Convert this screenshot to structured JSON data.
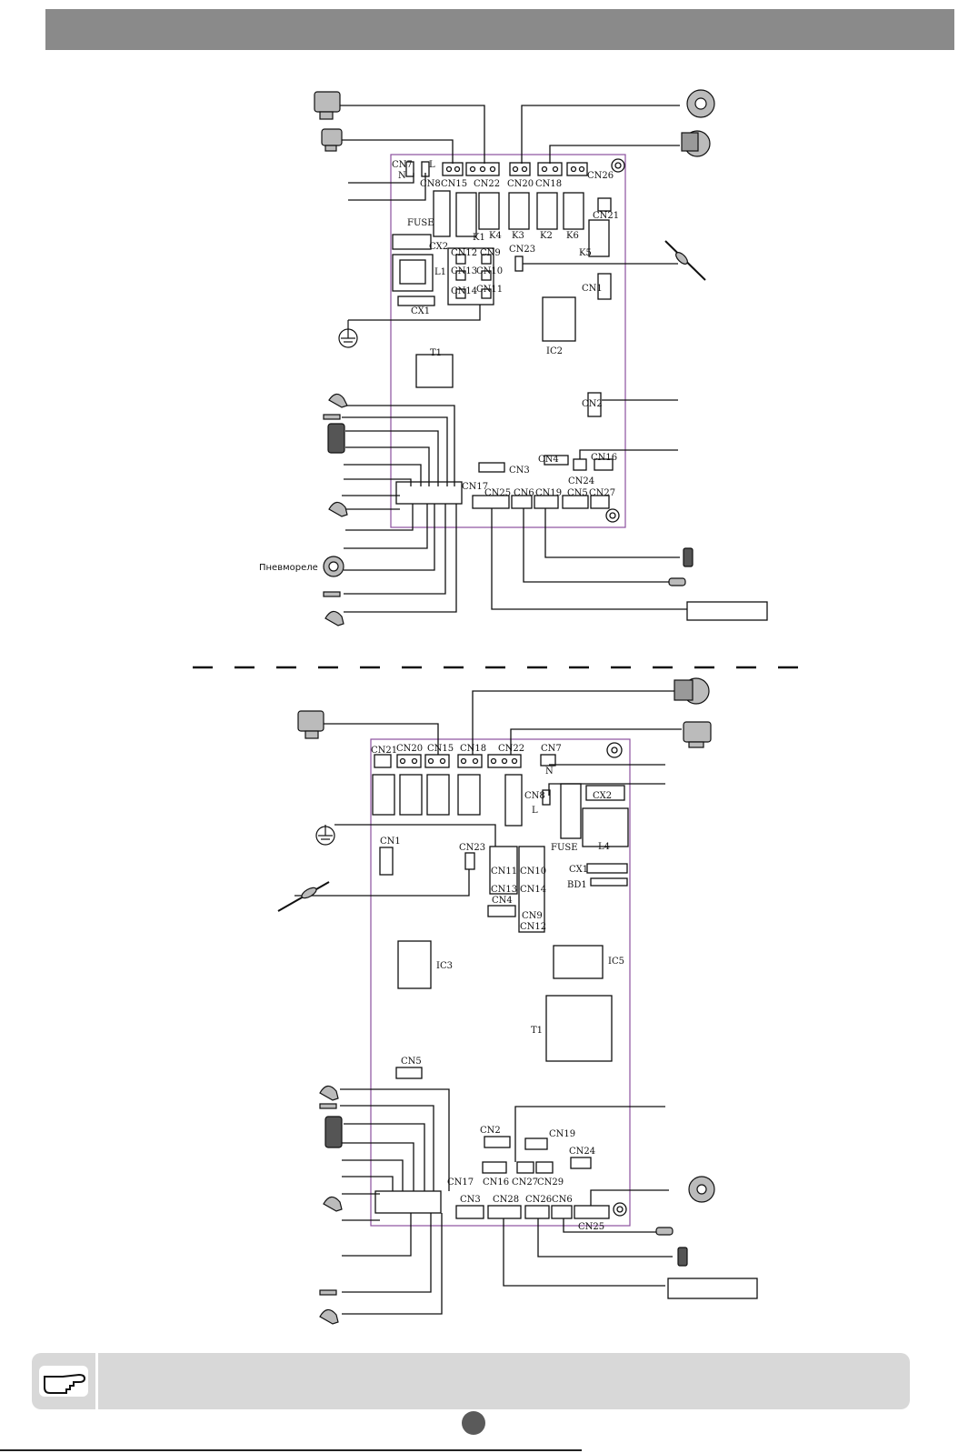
{
  "diagram": {
    "board1": {
      "connectors": [
        "CN7",
        "N",
        "L",
        "CN8",
        "CN15",
        "CN22",
        "CN20",
        "CN18",
        "CN26",
        "FUSE",
        "CX2",
        "K1",
        "K4",
        "K3",
        "K2",
        "K6",
        "CN21",
        "K5",
        "CN12",
        "CN9",
        "CN13",
        "CN10",
        "CN14",
        "CN11",
        "CN23",
        "L1",
        "CN1",
        "CX1",
        "IC2",
        "T1",
        "CN2",
        "CN3",
        "CN4",
        "CN24",
        "CN16",
        "CN17",
        "CN25",
        "CN6",
        "CN19",
        "CN5",
        "CN27"
      ],
      "pressure_switch_label": "Пневмореле"
    },
    "board2": {
      "connectors": [
        "CN21",
        "CN20",
        "CN15",
        "CN18",
        "CN22",
        "CN7",
        "N",
        "CN8",
        "L",
        "CX2",
        "FUSE",
        "L4",
        "CN1",
        "CN23",
        "CN11",
        "CN10",
        "CN13",
        "CN14",
        "CN4",
        "CN9",
        "CN12",
        "CX1",
        "BD1",
        "IC3",
        "IC5",
        "T1",
        "CN5",
        "CN2",
        "CN19",
        "CN24",
        "CN16",
        "CN27",
        "CN29",
        "CN17",
        "CN3",
        "CN28",
        "CN26",
        "CN6",
        "CN25"
      ]
    }
  },
  "colors": {
    "header": "#8a8a8a",
    "board_outline": "#8b4f9e",
    "note_bar": "#d8d8d8",
    "page_dot": "#5a5a5a"
  },
  "icons": [
    "motorized-valve-icon",
    "fan-icon",
    "pump-icon",
    "ground-icon",
    "ntc-sensor-icon",
    "ignition-electrode-icon",
    "gas-valve-icon",
    "flame-sensor-icon",
    "pressure-switch-icon",
    "pressure-sensor-icon",
    "pointing-hand-icon"
  ]
}
